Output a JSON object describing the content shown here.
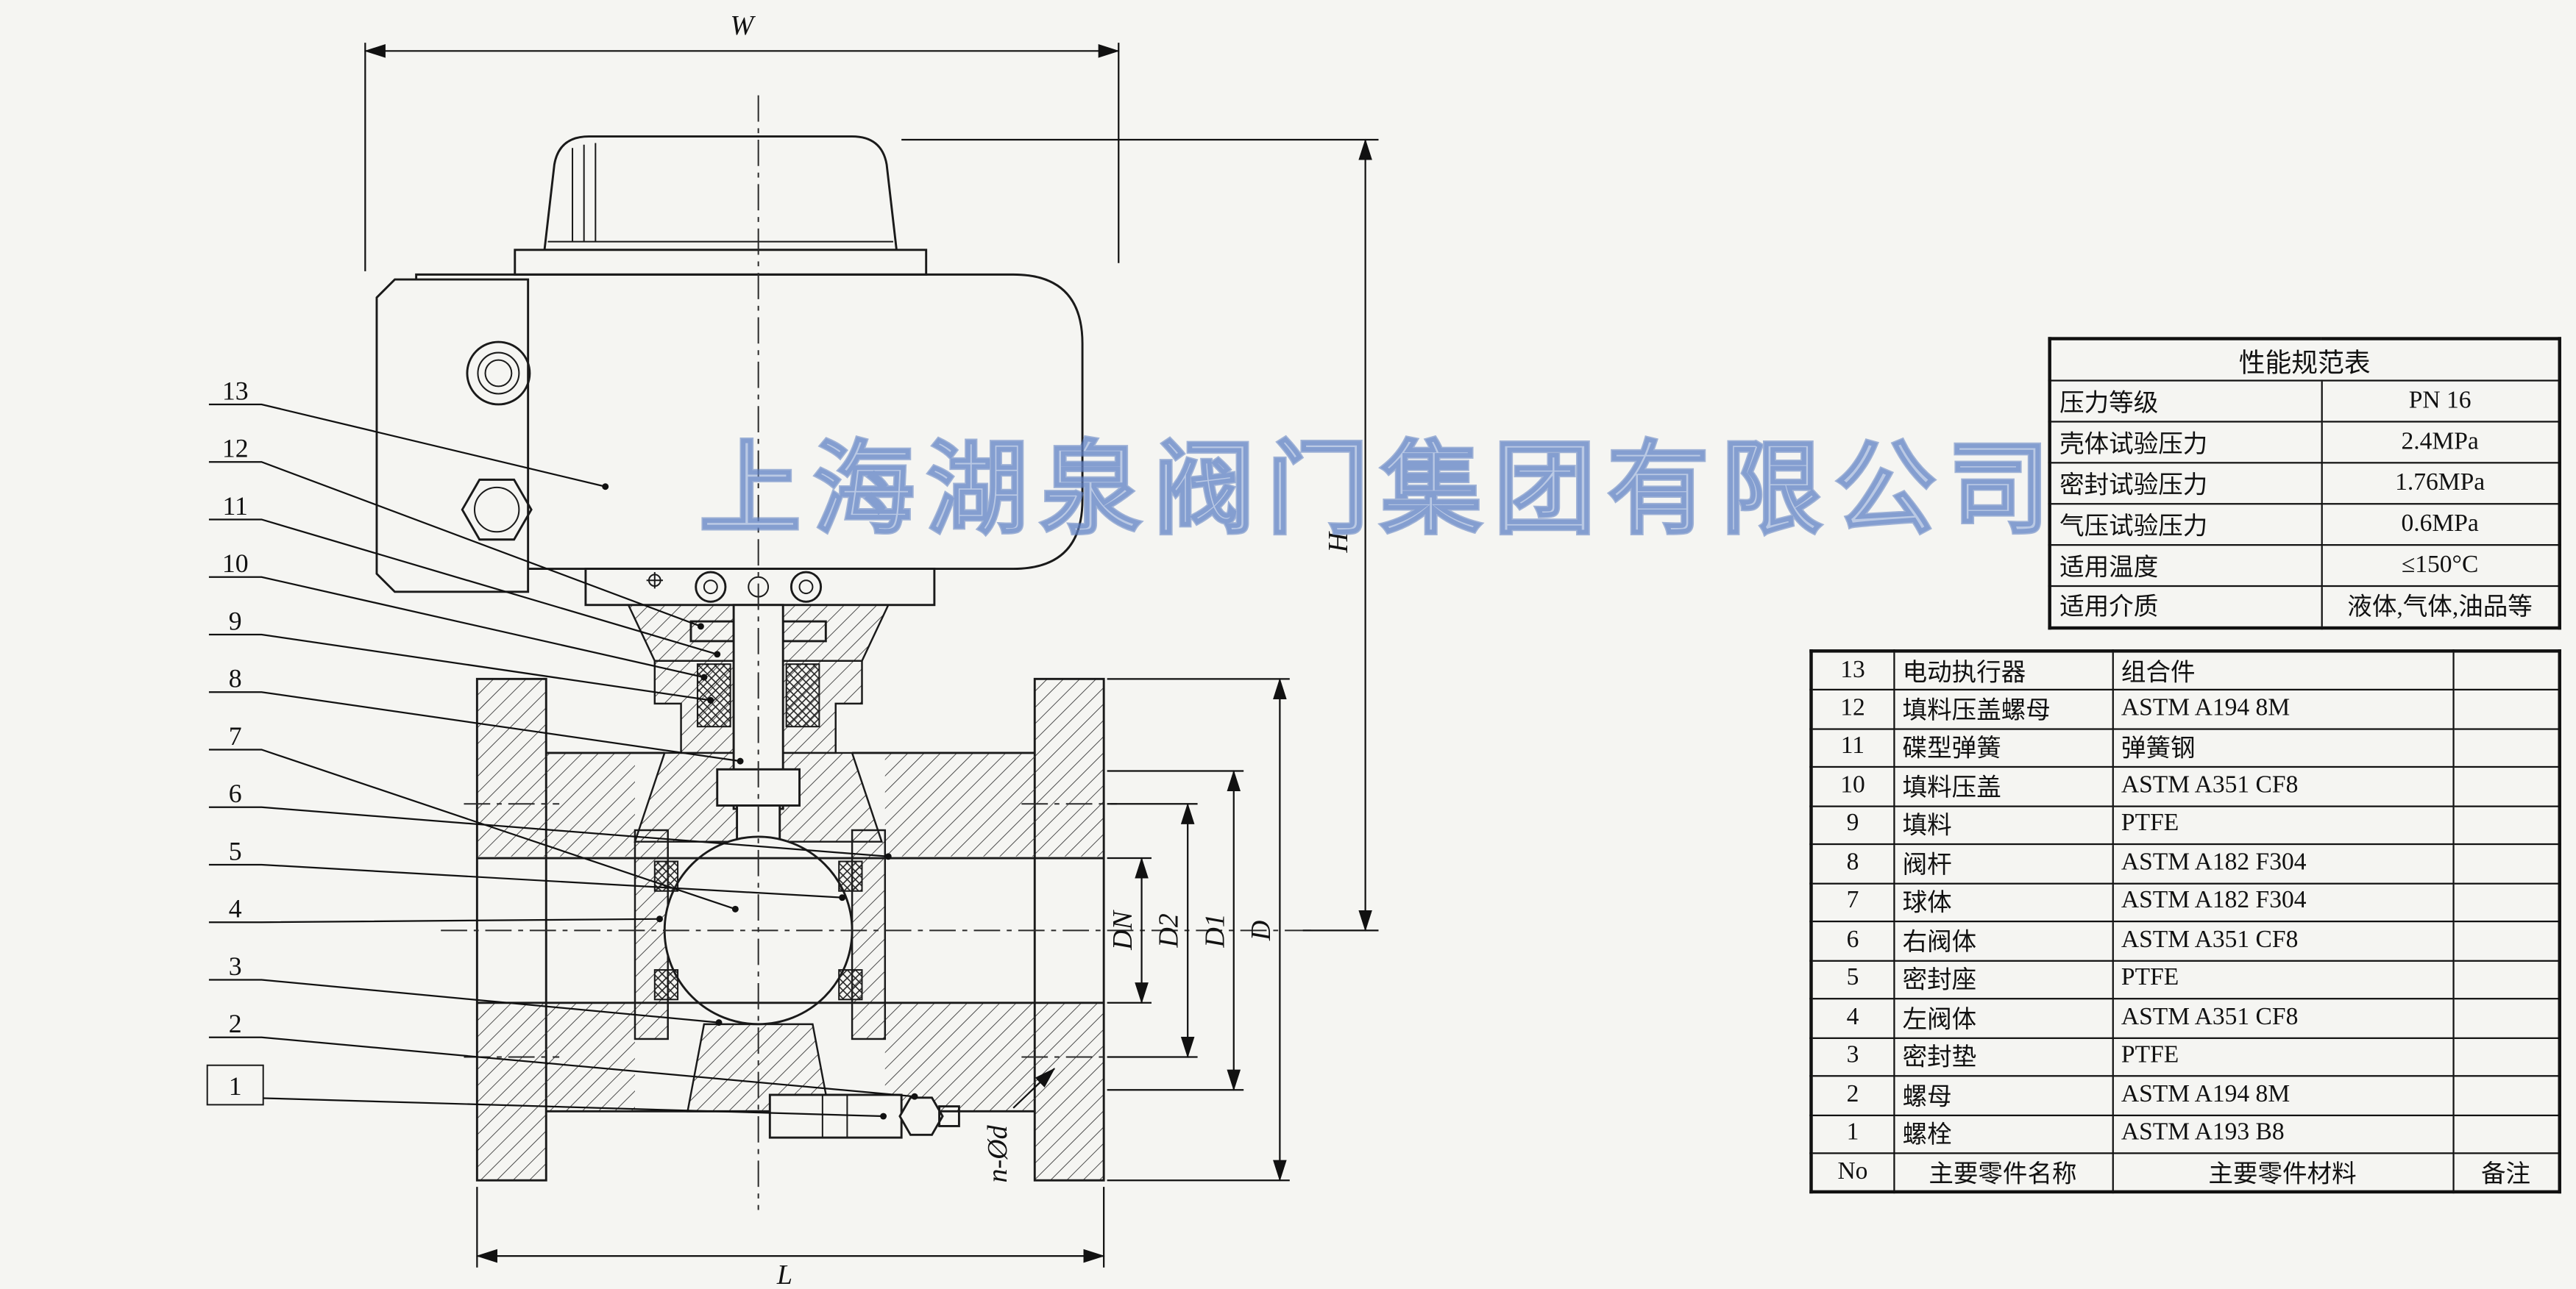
{
  "watermark": "上海湖泉阀门集团有限公司",
  "drawing": {
    "dims": {
      "w": "W",
      "h": "H",
      "l": "L",
      "dn": "DN",
      "d2": "D2",
      "d1": "D1",
      "d": "D",
      "nod": "n-Ød"
    },
    "part_labels": [
      "13",
      "12",
      "11",
      "10",
      "9",
      "8",
      "7",
      "6",
      "5",
      "4",
      "3",
      "2",
      "1"
    ]
  },
  "spec_table": {
    "title": "性能规范表",
    "rows": [
      {
        "label": "压力等级",
        "value": "PN 16"
      },
      {
        "label": "壳体试验压力",
        "value": "2.4MPa"
      },
      {
        "label": "密封试验压力",
        "value": "1.76MPa"
      },
      {
        "label": "气压试验压力",
        "value": "0.6MPa"
      },
      {
        "label": "适用温度",
        "value": "≤150°C"
      },
      {
        "label": "适用介质",
        "value": "液体,气体,油品等"
      }
    ]
  },
  "parts_table": {
    "header": {
      "no": "No",
      "name": "主要零件名称",
      "material": "主要零件材料",
      "remark": "备注"
    },
    "rows": [
      {
        "no": "13",
        "name": "电动执行器",
        "material": "组合件",
        "remark": ""
      },
      {
        "no": "12",
        "name": "填料压盖螺母",
        "material": "ASTM A194 8M",
        "remark": ""
      },
      {
        "no": "11",
        "name": "碟型弹簧",
        "material": "弹簧钢",
        "remark": ""
      },
      {
        "no": "10",
        "name": "填料压盖",
        "material": "ASTM A351 CF8",
        "remark": ""
      },
      {
        "no": "9",
        "name": "填料",
        "material": "PTFE",
        "remark": ""
      },
      {
        "no": "8",
        "name": "阀杆",
        "material": "ASTM A182 F304",
        "remark": ""
      },
      {
        "no": "7",
        "name": "球体",
        "material": "ASTM A182 F304",
        "remark": ""
      },
      {
        "no": "6",
        "name": "右阀体",
        "material": "ASTM A351 CF8",
        "remark": ""
      },
      {
        "no": "5",
        "name": "密封座",
        "material": "PTFE",
        "remark": ""
      },
      {
        "no": "4",
        "name": "左阀体",
        "material": "ASTM A351 CF8",
        "remark": ""
      },
      {
        "no": "3",
        "name": "密封垫",
        "material": "PTFE",
        "remark": ""
      },
      {
        "no": "2",
        "name": "螺母",
        "material": "ASTM A194 8M",
        "remark": ""
      },
      {
        "no": "1",
        "name": "螺栓",
        "material": "ASTM A193 B8",
        "remark": ""
      }
    ]
  }
}
